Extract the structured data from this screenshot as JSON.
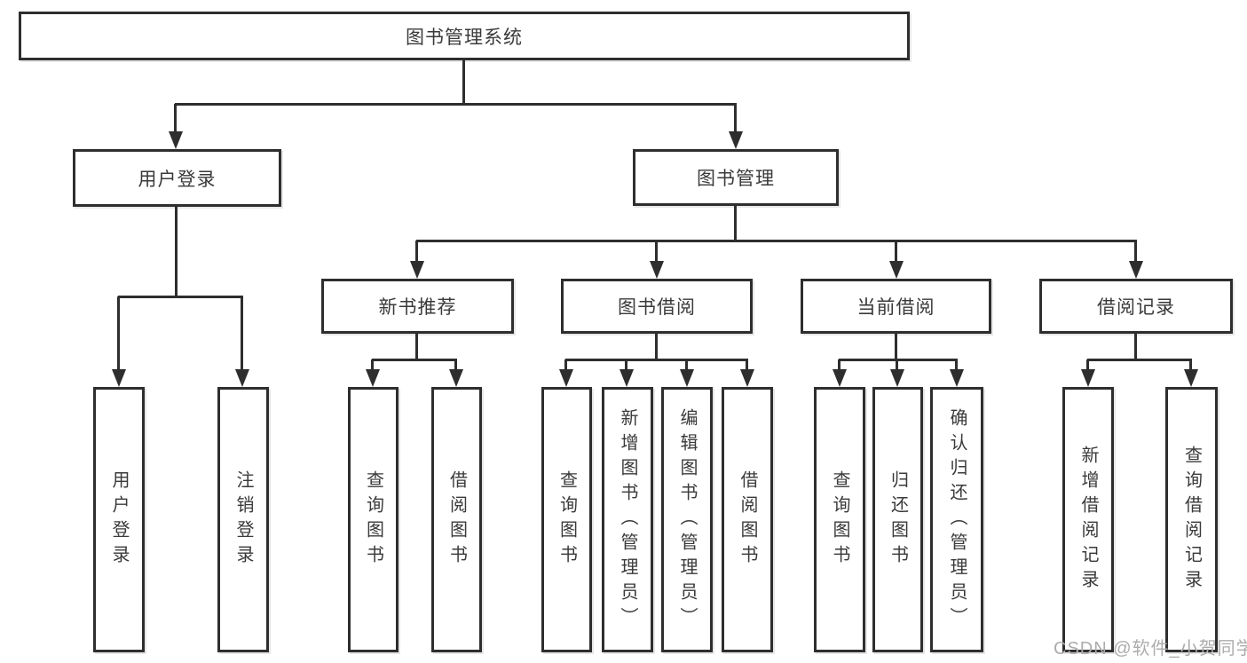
{
  "diagram": {
    "title_node": "图书管理系统",
    "level2": [
      "用户登录",
      "图书管理"
    ],
    "level3": [
      "新书推荐",
      "图书借阅",
      "当前借阅",
      "借阅记录"
    ],
    "login_children": [
      "用户登录",
      "注销登录"
    ],
    "newbook_children": [
      "查询图书",
      "借阅图书"
    ],
    "borrow_children": [
      "查询图书",
      "新增图书（管理员）",
      "编辑图书（管理员）",
      "借阅图书"
    ],
    "current_children": [
      "查询图书",
      "归还图书",
      "确认归还（管理员）"
    ],
    "record_children": [
      "新增借阅记录",
      "查询借阅记录"
    ],
    "colors": {
      "line": "#2e2e2e",
      "text": "#3a3a3a",
      "background": "#ffffff",
      "watermark": "#acacac"
    }
  },
  "watermark": "CSDN @软件_小贺同学"
}
